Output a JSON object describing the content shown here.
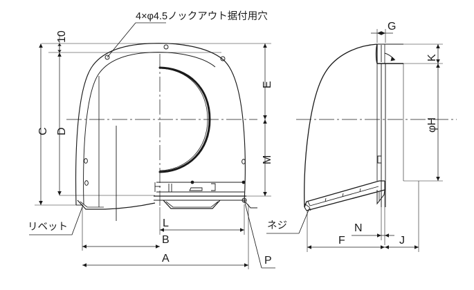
{
  "drawing": {
    "type": "technical-mechanical-drawing",
    "title": "",
    "background_color": "#ffffff",
    "line_color": "#1a1a1a",
    "views": [
      {
        "name": "front-view",
        "description": "Front elevation of ventilation hood with knockout holes"
      },
      {
        "name": "side-view",
        "description": "Right side section view of ventilation hood"
      }
    ],
    "notes": [
      {
        "id": "knockout-note",
        "text": "4×φ4.5ノックアウト据付用穴"
      },
      {
        "id": "rivet-note",
        "text": "リベット"
      },
      {
        "id": "screw-note",
        "text": "ネジ"
      }
    ],
    "dimensions": {
      "front_view": [
        {
          "id": "dim-10",
          "label": "10",
          "orientation": "vertical"
        },
        {
          "id": "dim-C",
          "label": "C",
          "orientation": "vertical"
        },
        {
          "id": "dim-D",
          "label": "D",
          "orientation": "vertical"
        },
        {
          "id": "dim-E",
          "label": "E",
          "orientation": "vertical"
        },
        {
          "id": "dim-M",
          "label": "M",
          "orientation": "vertical"
        },
        {
          "id": "dim-L",
          "label": "L",
          "orientation": "horizontal"
        },
        {
          "id": "dim-B",
          "label": "B",
          "orientation": "horizontal"
        },
        {
          "id": "dim-A",
          "label": "A",
          "orientation": "horizontal"
        },
        {
          "id": "dim-P",
          "label": "P",
          "orientation": "leader"
        }
      ],
      "side_view": [
        {
          "id": "dim-G",
          "label": "G",
          "orientation": "horizontal"
        },
        {
          "id": "dim-K",
          "label": "K",
          "orientation": "vertical"
        },
        {
          "id": "dim-phiH",
          "label": "φH",
          "orientation": "vertical"
        },
        {
          "id": "dim-N",
          "label": "N",
          "orientation": "horizontal"
        },
        {
          "id": "dim-F",
          "label": "F",
          "orientation": "horizontal"
        },
        {
          "id": "dim-J",
          "label": "J",
          "orientation": "horizontal"
        }
      ]
    }
  }
}
